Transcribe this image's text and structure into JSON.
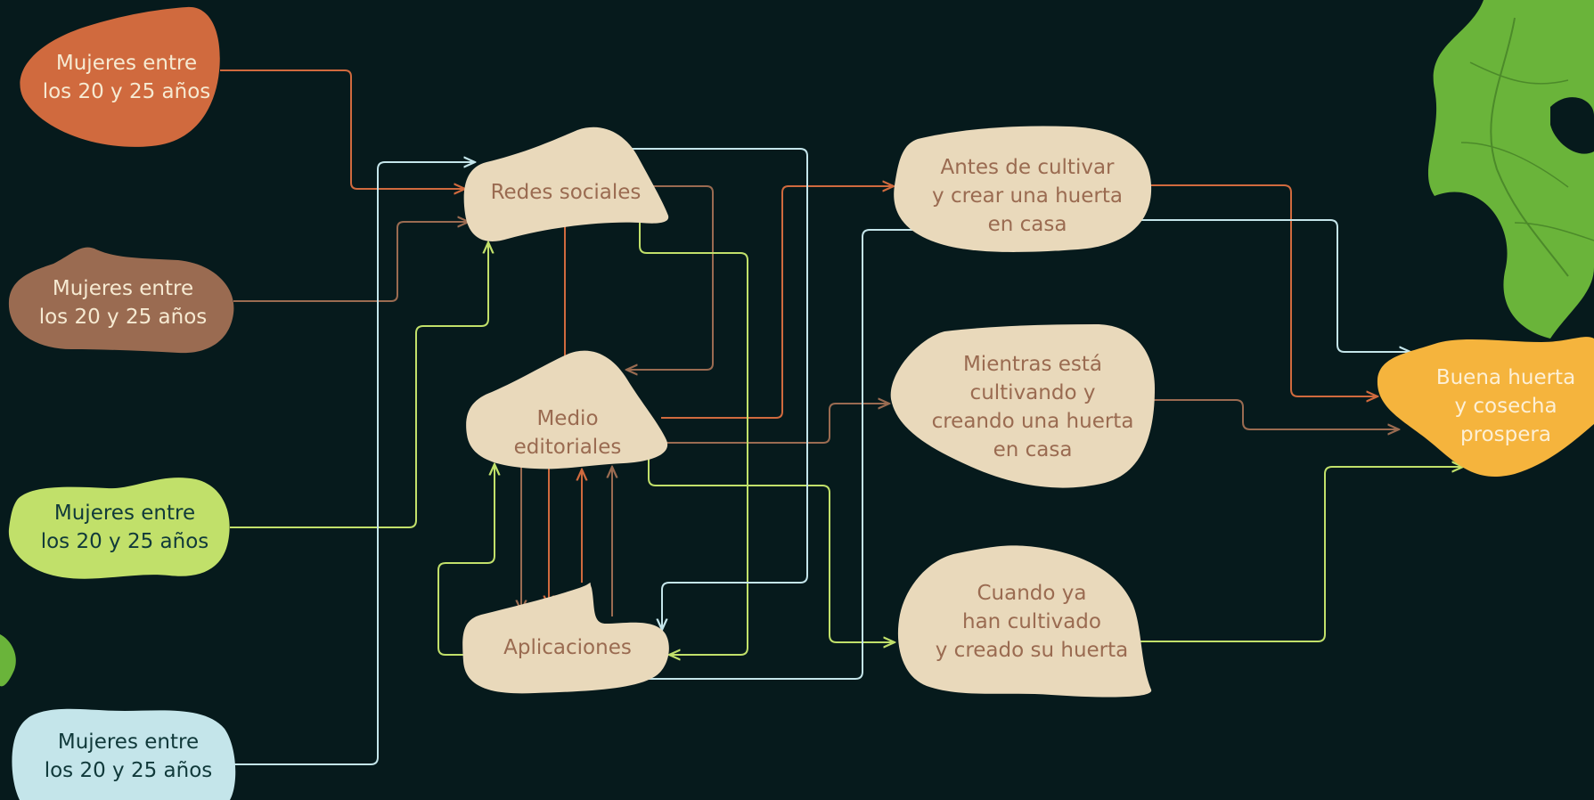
{
  "colors": {
    "background": "#061a1c",
    "orange": "#d06a3e",
    "brown": "#9a6b51",
    "lime": "#c1e06a",
    "lightblue": "#c4e5ea",
    "beige": "#e9d9bb",
    "gold": "#f5b43d",
    "leaf": "#6ab43a"
  },
  "audiences": [
    {
      "text": "Mujeres entre\nlos 20 y 25 años",
      "color": "orange"
    },
    {
      "text": "Mujeres entre\nlos 20 y 25 años",
      "color": "brown"
    },
    {
      "text": "Mujeres entre\nlos 20 y 25 años",
      "color": "lime"
    },
    {
      "text": "Mujeres entre\nlos 20 y 25 años",
      "color": "lightblue"
    }
  ],
  "channels": {
    "redes": "Redes sociales",
    "medios": "Medio\neditoriales",
    "apps": "Aplicaciones"
  },
  "stages": {
    "antes": "Antes de cultivar\ny crear una huerta\nen casa",
    "mientras": "Mientras está\ncultivando y\ncreando una huerta\nen casa",
    "cuando": "Cuando ya\nhan cultivado\ny creado su huerta"
  },
  "goal": "Buena huerta\ny cosecha\nprospera"
}
